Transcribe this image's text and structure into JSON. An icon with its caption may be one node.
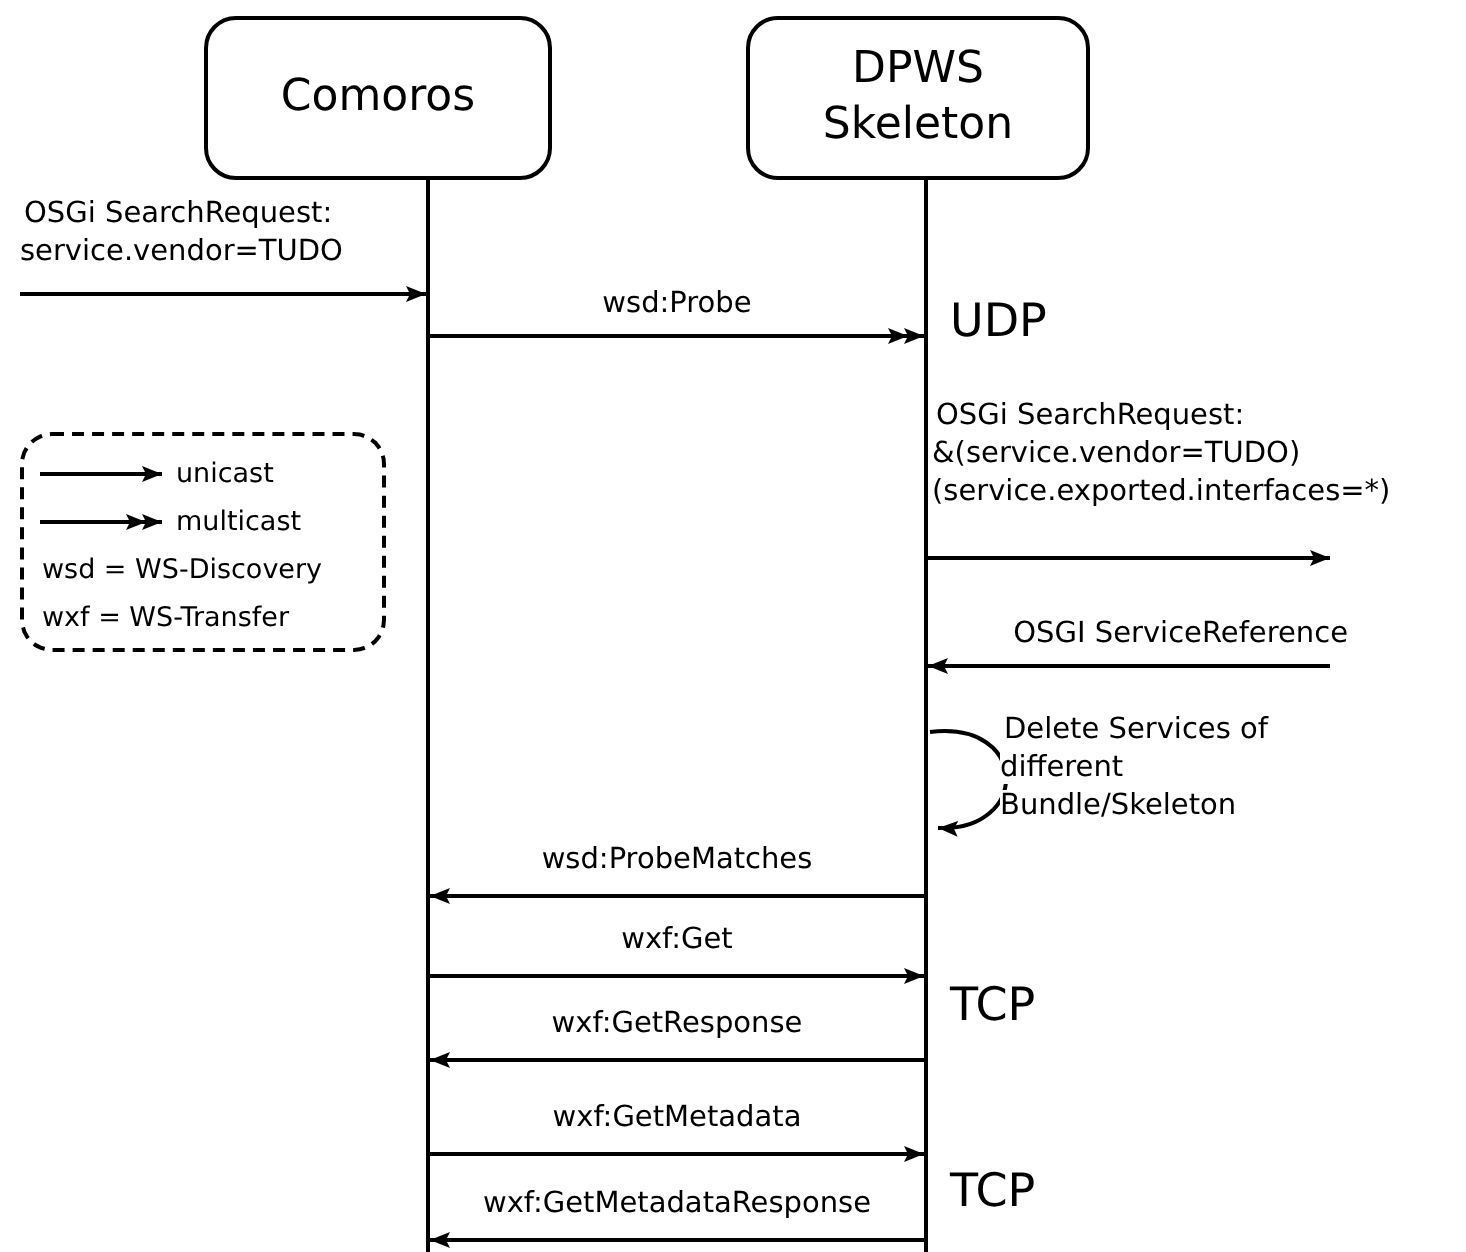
{
  "diagram": {
    "nodes": [
      {
        "text": [
          "Comoros"
        ]
      },
      {
        "text": [
          "DPWS Skeleton"
        ]
      }
    ],
    "edges": [
      {
        "from": null,
        "to": 0,
        "arrow": "to",
        "label": "OSGi SearchRequest: service.vendor=TUDO"
      },
      {
        "from": 0,
        "to": 1,
        "arrow": "to",
        "label": "wsd:Probe"
      },
      {
        "from": 1,
        "to": null,
        "arrow": "to",
        "label": "OSGi SearchRequest: &(service.vendor=TUDO) (service.exported.interfaces=*)"
      },
      {
        "from": null,
        "to": 1,
        "arrow": "to",
        "label": "OSGI ServiceReference"
      },
      {
        "from": 1,
        "to": 1,
        "arrow": "to",
        "label": "Delete Services of different Bundle/Skeleton"
      },
      {
        "from": 1,
        "to": 0,
        "arrow": "to",
        "label": "wsd:ProbeMatches"
      },
      {
        "from": 0,
        "to": 1,
        "arrow": "to",
        "label": "wxf:Get"
      },
      {
        "from": 1,
        "to": 0,
        "arrow": "to",
        "label": "wxf:GetResponse"
      },
      {
        "from": 0,
        "to": 1,
        "arrow": "to",
        "label": "wxf:GetMetadata"
      },
      {
        "from": 1,
        "to": 0,
        "arrow": "to",
        "label": "wxf:GetMetadataResponse"
      }
    ],
    "labels": [
      "UDP",
      "TCP",
      "TCP"
    ],
    "legend": [
      {
        "text": "unicast"
      },
      {
        "text": "multicast"
      },
      {
        "text": "wsd = WS-Discovery"
      },
      {
        "text": "wxf = WS-Transfer"
      }
    ]
  }
}
